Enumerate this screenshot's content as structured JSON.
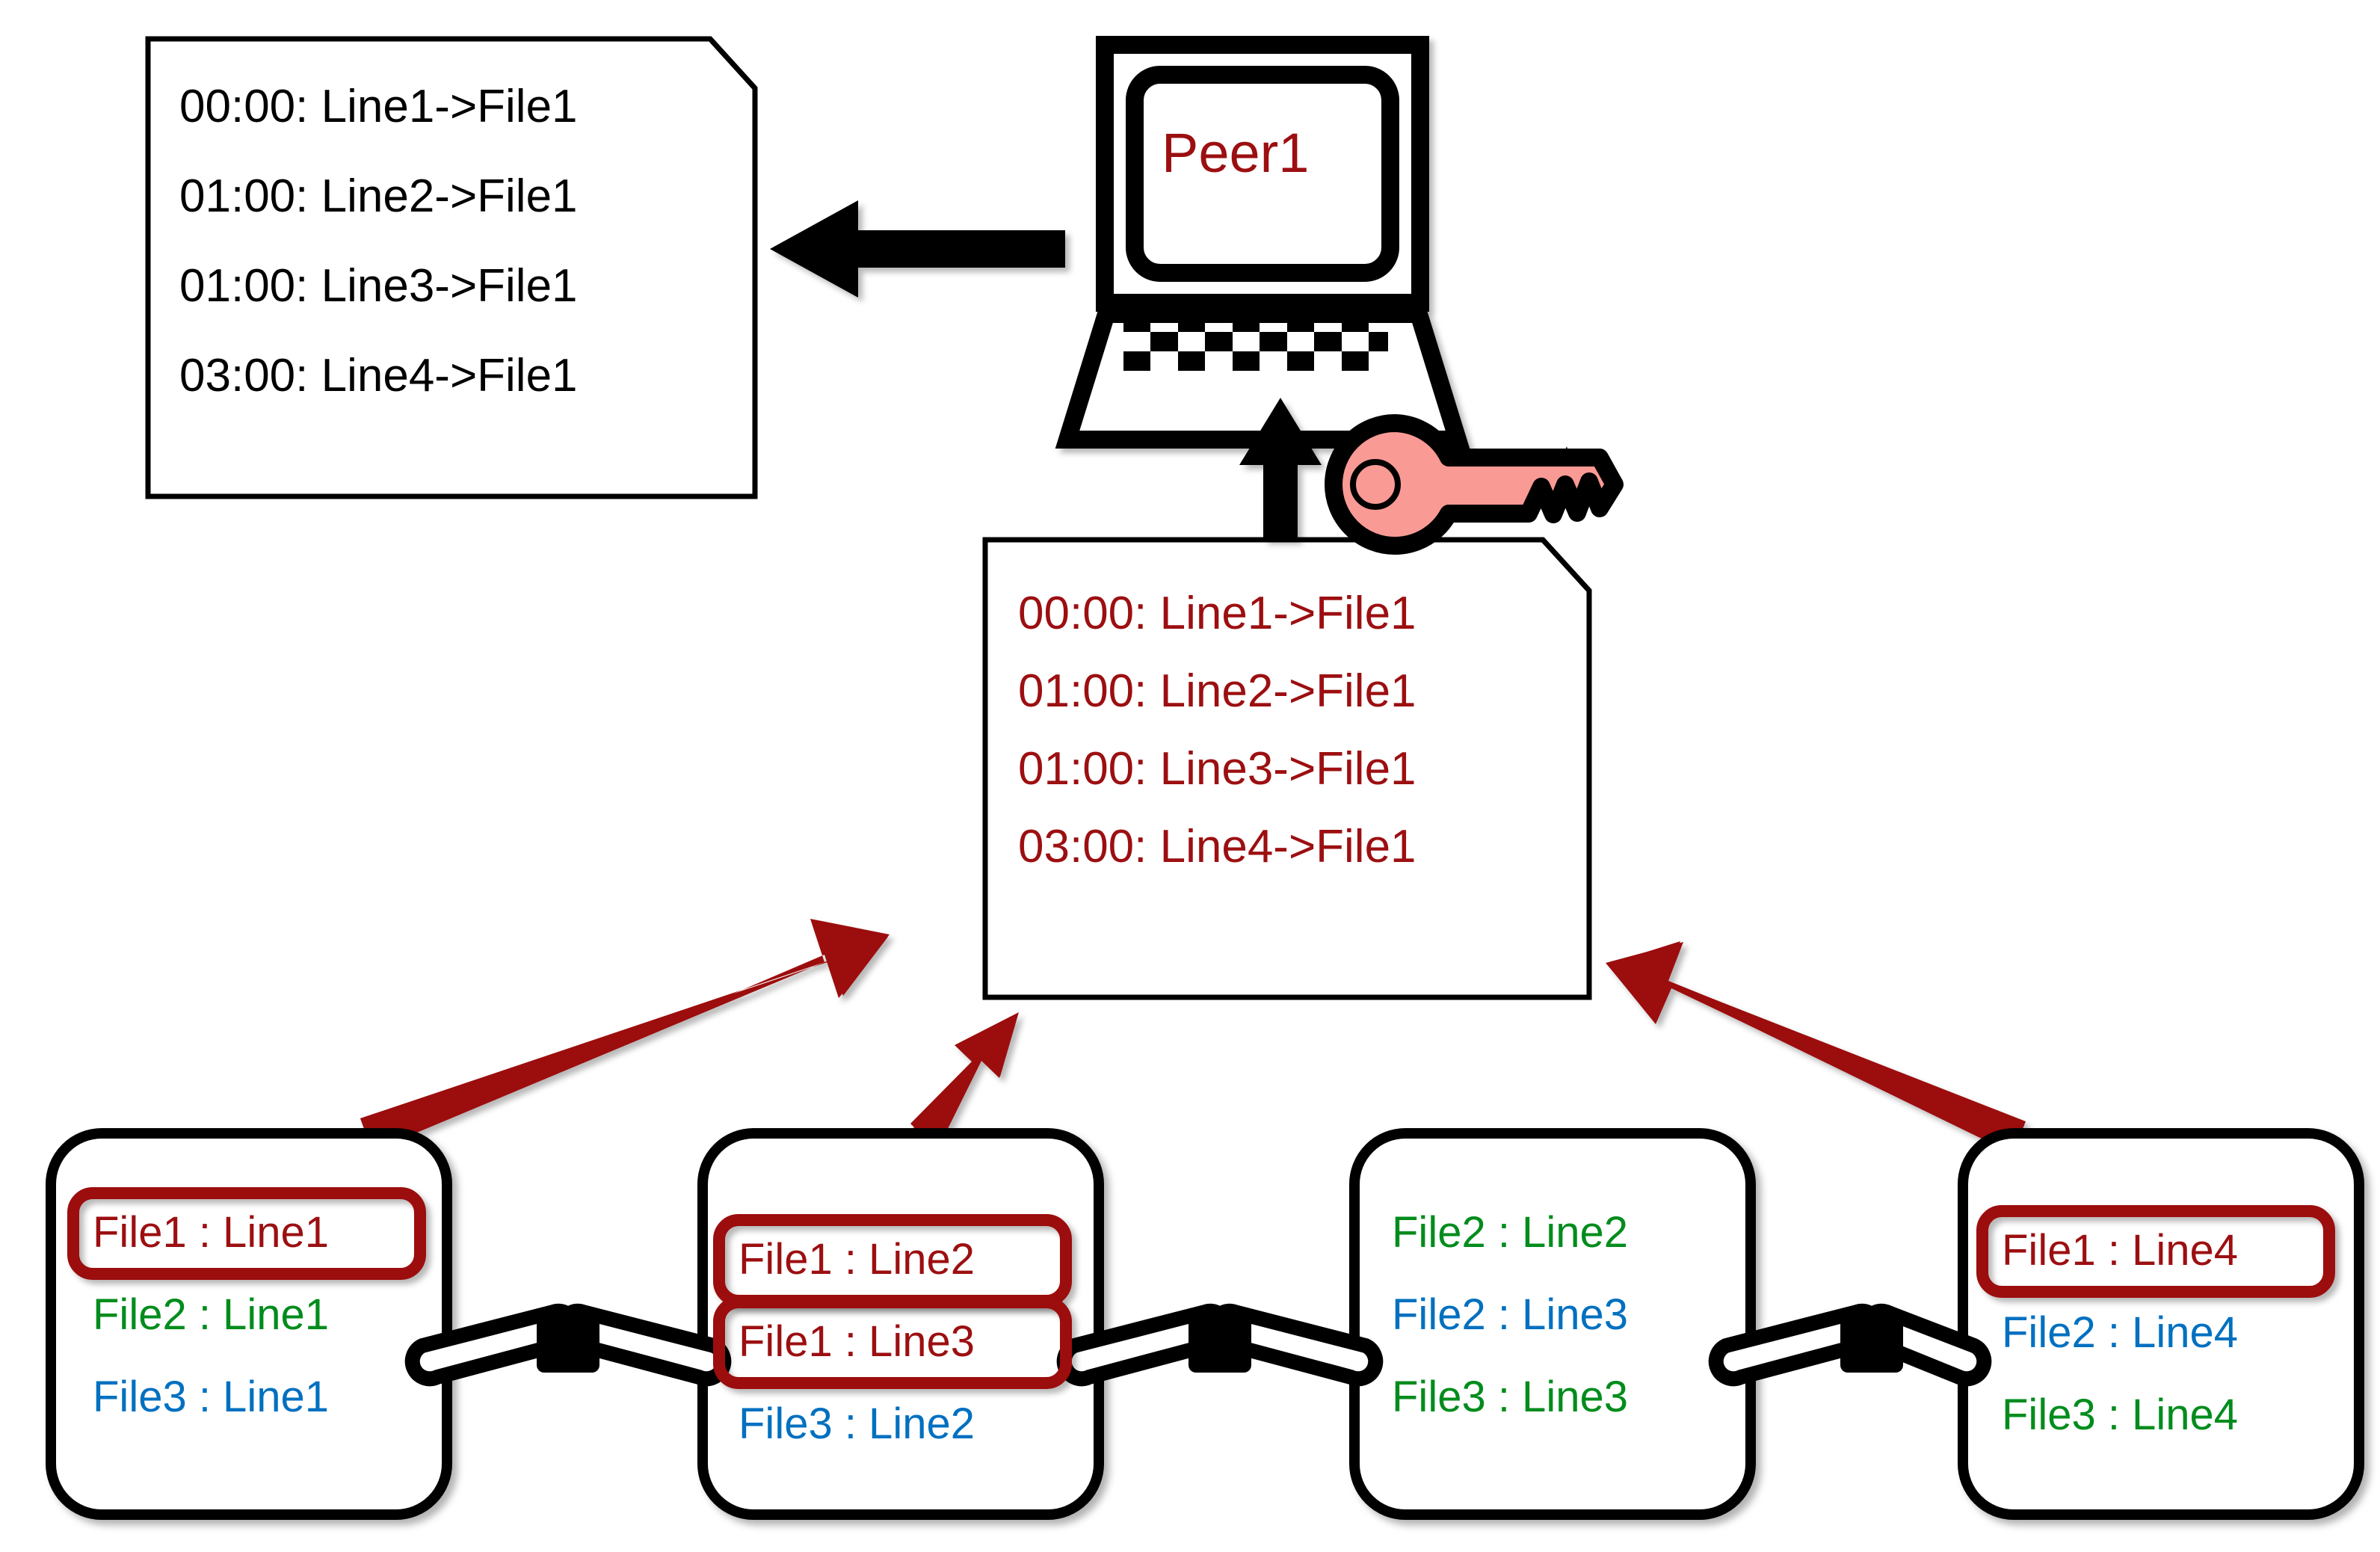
{
  "diagram": {
    "title": "Peer1 file-line log aggregation from blockchain blocks",
    "colors": {
      "dark_red": "#9C0F11",
      "green": "#008C1C",
      "blue": "#0070C0",
      "black": "#000000",
      "key_pink": "#FA9A95"
    }
  },
  "top_note": {
    "name": "log-note-plain",
    "lines": [
      "00:00: Line1->File1",
      "01:00: Line2->File1",
      "01:00: Line3->File1",
      "03:00: Line4->File1"
    ]
  },
  "middle_note": {
    "name": "log-note-red",
    "lines": [
      "00:00: Line1->File1",
      "01:00: Line2->File1",
      "01:00: Line3->File1",
      "03:00: Line4->File1"
    ]
  },
  "peer": {
    "label": "Peer1",
    "icon": "computer-icon"
  },
  "key": {
    "icon": "key-icon",
    "fill": "#FA9A95"
  },
  "arrows": [
    {
      "name": "arrow-note-to-peer",
      "direction": "left",
      "color": "#000000"
    },
    {
      "name": "arrow-redlog-to-peer",
      "direction": "up",
      "color": "#000000"
    },
    {
      "name": "arrow-block1-to-redlog",
      "direction": "up-right",
      "color": "#9C0F11"
    },
    {
      "name": "arrow-block2-to-redlog",
      "direction": "up-right",
      "color": "#9C0F11"
    },
    {
      "name": "arrow-block4-to-redlog",
      "direction": "up-left",
      "color": "#9C0F11"
    }
  ],
  "blocks": [
    {
      "name": "block-1",
      "entries": [
        {
          "text": "File1 : Line1",
          "color": "red",
          "boxed": true
        },
        {
          "text": "File2 : Line1",
          "color": "green",
          "boxed": false
        },
        {
          "text": "File3 : Line1",
          "color": "blue",
          "boxed": false
        }
      ]
    },
    {
      "name": "block-2",
      "entries": [
        {
          "text": "File1 : Line2",
          "color": "red",
          "boxed": true
        },
        {
          "text": "File1 : Line3",
          "color": "red",
          "boxed": true
        },
        {
          "text": "File3 : Line2",
          "color": "blue",
          "boxed": false
        }
      ]
    },
    {
      "name": "block-3",
      "entries": [
        {
          "text": "File2 : Line2",
          "color": "green",
          "boxed": false
        },
        {
          "text": "File2 : Line3",
          "color": "blue",
          "boxed": false
        },
        {
          "text": "File3 : Line3",
          "color": "green",
          "boxed": false
        }
      ]
    },
    {
      "name": "block-4",
      "entries": [
        {
          "text": "File1 : Line4",
          "color": "red",
          "boxed": true
        },
        {
          "text": "File2 : Line4",
          "color": "blue",
          "boxed": false
        },
        {
          "text": "File3 : Line4",
          "color": "green",
          "boxed": false
        }
      ]
    }
  ],
  "chain_links": [
    {
      "name": "chain-link-1-2"
    },
    {
      "name": "chain-link-2-3"
    },
    {
      "name": "chain-link-3-4"
    }
  ]
}
